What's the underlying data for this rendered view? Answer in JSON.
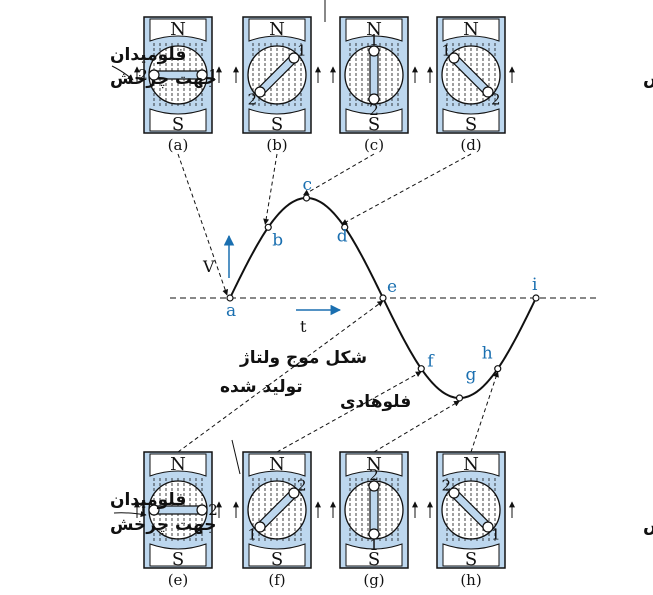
{
  "labels": {
    "field_flux": "فلومیدان",
    "rotation_dir": "جهت چرخش",
    "waveform_l1": "شکل موج ولتاژ",
    "waveform_l2": "تولید شده",
    "linkage_flux": "فلوهادی",
    "V": "V",
    "t": "t",
    "north": "N",
    "south": "S"
  },
  "panels_top": [
    {
      "id": "(a)",
      "angle": 0,
      "end_left": "2",
      "end_right": "1"
    },
    {
      "id": "(b)",
      "angle": -45,
      "end_left": "2",
      "end_right": "1"
    },
    {
      "id": "(c)",
      "angle": -90,
      "end_left": "2",
      "end_right": "1"
    },
    {
      "id": "(d)",
      "angle": -135,
      "end_left": "2",
      "end_right": "1"
    }
  ],
  "panels_bottom": [
    {
      "id": "(e)",
      "angle": 0,
      "end_left": "1",
      "end_right": "2"
    },
    {
      "id": "(f)",
      "angle": -45,
      "end_left": "1",
      "end_right": "2"
    },
    {
      "id": "(g)",
      "angle": -90,
      "end_left": "1",
      "end_right": "2"
    },
    {
      "id": "(h)",
      "angle": -135,
      "end_left": "1",
      "end_right": "2"
    }
  ],
  "wave_points": [
    {
      "name": "a",
      "phase": 0
    },
    {
      "name": "b",
      "phase": 45
    },
    {
      "name": "c",
      "phase": 90
    },
    {
      "name": "d",
      "phase": 135
    },
    {
      "name": "e",
      "phase": 180
    },
    {
      "name": "f",
      "phase": 225
    },
    {
      "name": "g",
      "phase": 270
    },
    {
      "name": "h",
      "phase": 315
    },
    {
      "name": "i",
      "phase": 360
    }
  ],
  "colors": {
    "panel_fill": "#bdd7ee",
    "pole_fill": "#ffffff",
    "point_label": "#1a6fb0",
    "arrow_blue": "#1a6fb0",
    "coil_fill": "#bdd7ee",
    "line": "#111111"
  }
}
